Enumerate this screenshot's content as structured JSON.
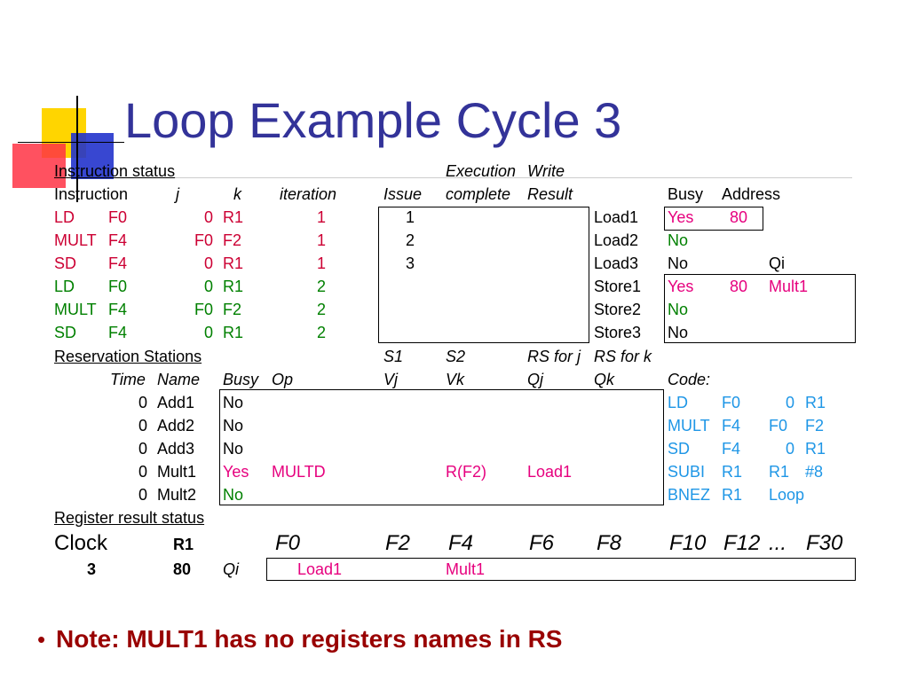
{
  "title": "Loop Example Cycle 3",
  "instr": {
    "section_label": "Instruction status",
    "head_exec": "Execution",
    "head_write": "Write",
    "head_instruction": "Instruction",
    "head_j": "j",
    "head_k": "k",
    "head_iteration": "iteration",
    "head_issue": "Issue",
    "head_complete": "complete",
    "head_result": "Result",
    "rows": [
      {
        "op": "LD",
        "dest": "F0",
        "j": "0",
        "k": "R1",
        "iter": "1",
        "issue": "1",
        "color": "#cc0033"
      },
      {
        "op": "MULT",
        "dest": "F4",
        "j": "F0",
        "k": "F2",
        "iter": "1",
        "issue": "2",
        "color": "#cc0033"
      },
      {
        "op": "SD",
        "dest": "F4",
        "j": "0",
        "k": "R1",
        "iter": "1",
        "issue": "3",
        "color": "#cc0033"
      },
      {
        "op": "LD",
        "dest": "F0",
        "j": "0",
        "k": "R1",
        "iter": "2",
        "issue": "",
        "color": "#008000"
      },
      {
        "op": "MULT",
        "dest": "F4",
        "j": "F0",
        "k": "F2",
        "iter": "2",
        "issue": "",
        "color": "#008000"
      },
      {
        "op": "SD",
        "dest": "F4",
        "j": "0",
        "k": "R1",
        "iter": "2",
        "issue": "",
        "color": "#008000"
      }
    ]
  },
  "buffers": {
    "head_busy": "Busy",
    "head_address": "Address",
    "head_qi": "Qi",
    "rows": [
      {
        "name": "Load1",
        "busy": "Yes",
        "addr": "80",
        "qi": "",
        "busycolor": "#e6007e"
      },
      {
        "name": "Load2",
        "busy": "No",
        "addr": "",
        "qi": "",
        "busycolor": "#008000"
      },
      {
        "name": "Load3",
        "busy": "No",
        "addr": "",
        "qi": "",
        "busycolor": "#000000"
      },
      {
        "name": "Store1",
        "busy": "Yes",
        "addr": "80",
        "qi": "Mult1",
        "busycolor": "#e6007e"
      },
      {
        "name": "Store2",
        "busy": "No",
        "addr": "",
        "qi": "",
        "busycolor": "#008000"
      },
      {
        "name": "Store3",
        "busy": "No",
        "addr": "",
        "qi": "",
        "busycolor": "#000000"
      }
    ]
  },
  "rs": {
    "section_label": "Reservation Stations",
    "head_s1": "S1",
    "head_s2": "S2",
    "head_rsj": "RS for j",
    "head_rsk": "RS for k",
    "head_time": "Time",
    "head_name": "Name",
    "head_busy": "Busy",
    "head_op": "Op",
    "head_vj": "Vj",
    "head_vk": "Vk",
    "head_qj": "Qj",
    "head_qk": "Qk",
    "head_code": "Code:",
    "rows": [
      {
        "time": "0",
        "name": "Add1",
        "busy": "No",
        "op": "",
        "vj": "",
        "vk": "",
        "qj": "",
        "qk": "",
        "busycolor": "#000000"
      },
      {
        "time": "0",
        "name": "Add2",
        "busy": "No",
        "op": "",
        "vj": "",
        "vk": "",
        "qj": "",
        "qk": "",
        "busycolor": "#000000"
      },
      {
        "time": "0",
        "name": "Add3",
        "busy": "No",
        "op": "",
        "vj": "",
        "vk": "",
        "qj": "",
        "qk": "",
        "busycolor": "#000000"
      },
      {
        "time": "0",
        "name": "Mult1",
        "busy": "Yes",
        "op": "MULTD",
        "vj": "",
        "vk": "R(F2)",
        "qj": "Load1",
        "qk": "",
        "busycolor": "#e6007e"
      },
      {
        "time": "0",
        "name": "Mult2",
        "busy": "No",
        "op": "",
        "vj": "",
        "vk": "",
        "qj": "",
        "qk": "",
        "busycolor": "#008000"
      }
    ]
  },
  "code": [
    {
      "op": "LD",
      "a": "F0",
      "b": "0",
      "c": "R1"
    },
    {
      "op": "MULT",
      "a": "F4",
      "b": "F0",
      "c": "F2"
    },
    {
      "op": "SD",
      "a": "F4",
      "b": "0",
      "c": "R1"
    },
    {
      "op": "SUBI",
      "a": "R1",
      "b": "R1",
      "c": "#8"
    },
    {
      "op": "BNEZ",
      "a": "R1",
      "b": "Loop",
      "c": ""
    }
  ],
  "regs": {
    "section_label": "Register result status",
    "clock_label": "Clock",
    "r1_label": "R1",
    "clock_value": "3",
    "r1_value": "80",
    "qi_label": "Qi",
    "F0": "F0",
    "F2": "F2",
    "F4": "F4",
    "F6": "F6",
    "F8": "F8",
    "F10": "F10",
    "F12": "F12",
    "dots": "...",
    "F30": "F30",
    "qi_F0": "Load1",
    "qi_F4": "Mult1"
  },
  "note": "Note: MULT1 has no registers names in RS",
  "colors": {
    "title": "#333399",
    "note": "#990000",
    "instr_iter1": "#cc0033",
    "instr_iter2": "#008000",
    "busy_yes": "#e6007e",
    "code": "#1e96e6"
  }
}
